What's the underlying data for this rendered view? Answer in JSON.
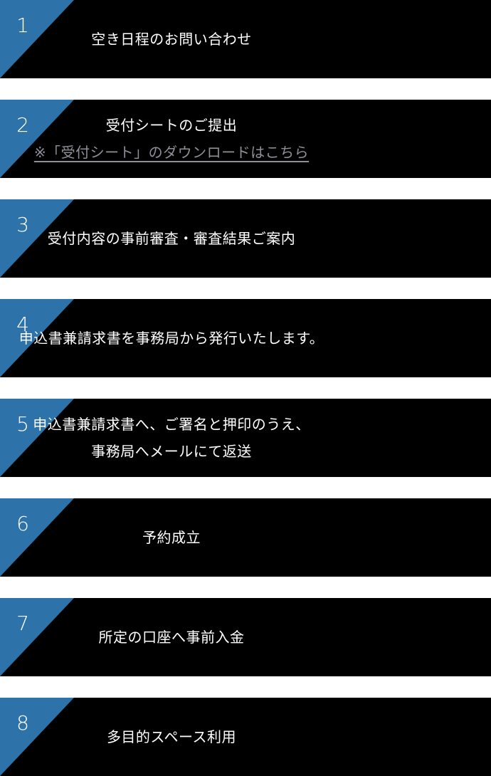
{
  "colors": {
    "step_background": "#000000",
    "corner_accent": "#2d72a8",
    "text": "#ffffff",
    "link": "#8f8f9a",
    "page_background": "#ffffff"
  },
  "steps": [
    {
      "number": "1",
      "lines": [
        "空き日程のお問い合わせ"
      ]
    },
    {
      "number": "2",
      "lines": [
        "受付シートのご提出"
      ],
      "link": "※「受付シート」のダウンロードはこちら"
    },
    {
      "number": "3",
      "lines": [
        "受付内容の事前審査・審査結果ご案内"
      ]
    },
    {
      "number": "4",
      "lines": [
        "申込書兼請求書を事務局から発行いたします。"
      ]
    },
    {
      "number": "5",
      "lines": [
        "申込書兼請求書へ、ご署名と押印のうえ、",
        "事務局へメールにて返送"
      ]
    },
    {
      "number": "6",
      "lines": [
        "予約成立"
      ]
    },
    {
      "number": "7",
      "lines": [
        "所定の口座へ事前入金"
      ]
    },
    {
      "number": "8",
      "lines": [
        "多目的スペース利用"
      ]
    }
  ]
}
